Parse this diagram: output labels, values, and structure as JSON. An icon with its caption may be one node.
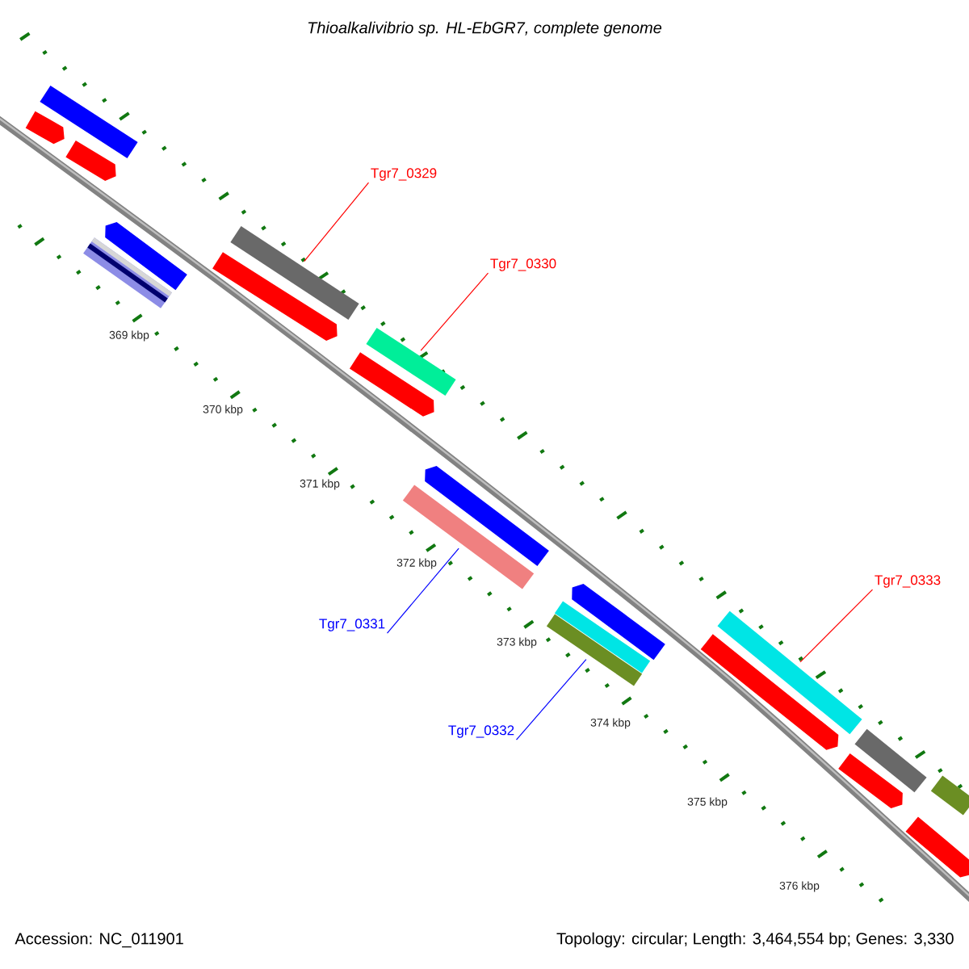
{
  "diagram": {
    "title": "Thioalkalivibrio sp. HL-EbGR7, complete genome",
    "nodes": [
      {
        "text": [],
        "shape": "bar"
      },
      {
        "text": [],
        "shape": "pentagon"
      },
      {
        "text": [],
        "shape": "pentagon"
      },
      {
        "text": [],
        "shape": "pentagon"
      },
      {
        "text": [],
        "shape": "bar"
      },
      {
        "text": [
          "Tgr7_0329"
        ]
      },
      {
        "text": [],
        "shape": "bar"
      },
      {
        "text": [],
        "shape": "pentagon"
      },
      {
        "text": [
          "Tgr7_0330"
        ]
      },
      {
        "text": [],
        "shape": "bar"
      },
      {
        "text": [],
        "shape": "pentagon"
      },
      {
        "text": [],
        "shape": "pentagon"
      },
      {
        "text": [],
        "shape": "bar"
      },
      {
        "text": [
          "Tgr7_0331"
        ]
      },
      {
        "text": [],
        "shape": "pentagon"
      },
      {
        "text": [],
        "shape": "bar"
      },
      {
        "text": [],
        "shape": "bar"
      },
      {
        "text": [
          "Tgr7_0332"
        ]
      },
      {
        "text": [
          "Tgr7_0333"
        ]
      },
      {
        "text": [],
        "shape": "bar"
      },
      {
        "text": [],
        "shape": "pentagon"
      },
      {
        "text": [],
        "shape": "bar"
      },
      {
        "text": [],
        "shape": "pentagon"
      },
      {
        "text": [],
        "shape": "bar"
      },
      {
        "text": [],
        "shape": "pentagon"
      }
    ],
    "edges": [
      {
        "from": 5,
        "to": 6,
        "arrow": "none"
      },
      {
        "from": 8,
        "to": 9,
        "arrow": "none"
      },
      {
        "from": 13,
        "to": 12,
        "arrow": "none",
        "color": "#0000ff"
      },
      {
        "from": 17,
        "to": 16,
        "arrow": "none",
        "color": "#0000ff"
      },
      {
        "from": 18,
        "to": 19,
        "arrow": "none"
      }
    ],
    "labels": [
      "369 kbp",
      "370 kbp",
      "371 kbp",
      "372 kbp",
      "373 kbp",
      "374 kbp",
      "375 kbp",
      "376 kbp",
      "Accession: NC_011901",
      "Topology: circular; Length: 3,464,554 bp; Genes: 3,330"
    ]
  }
}
